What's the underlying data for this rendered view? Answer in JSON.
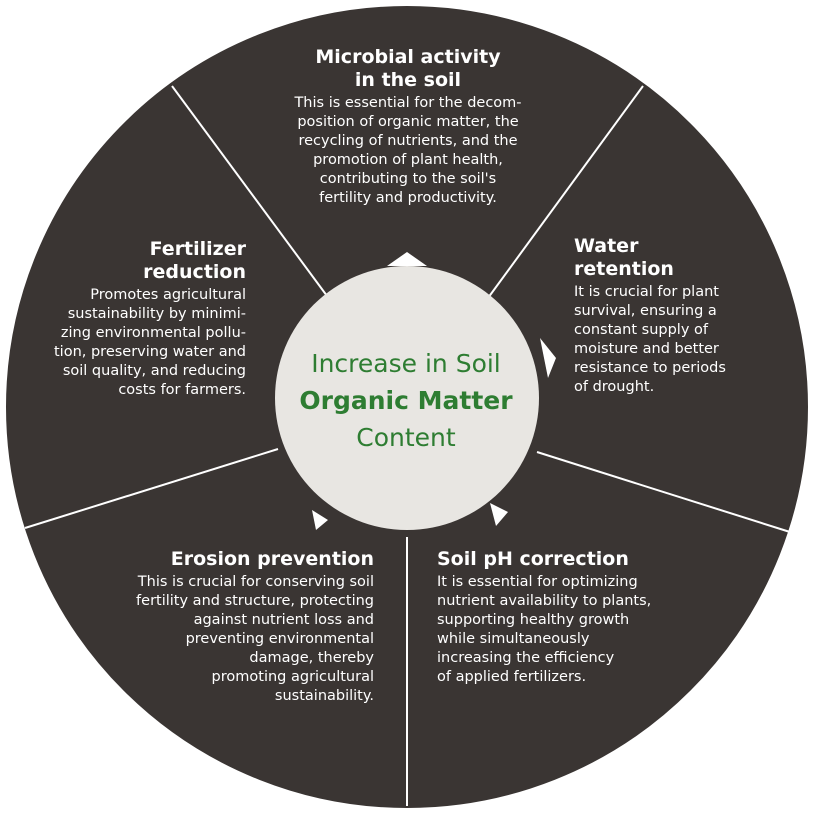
{
  "colors": {
    "segment_fill": "#3a3533",
    "divider": "#ffffff",
    "center_fill": "#e8e6e2",
    "center_text": "#2e7d32",
    "segment_text": "#ffffff"
  },
  "center": {
    "line1": "Increase in Soil",
    "line2": "Organic Matter",
    "line3": "Content"
  },
  "segments": {
    "microbial": {
      "title": [
        "Microbial activity",
        "in the soil"
      ],
      "text": [
        "This is essential for the decom-",
        "position of organic matter, the",
        "recycling of nutrients, and the",
        "promotion of plant health,",
        "contributing to the soil's",
        "fertility and productivity."
      ]
    },
    "water": {
      "title": [
        "Water",
        "retention"
      ],
      "text": [
        "It is crucial for plant",
        "survival, ensuring a",
        "constant supply of",
        "moisture and better",
        "resistance to periods",
        "of drought."
      ]
    },
    "ph": {
      "title": [
        "Soil pH correction"
      ],
      "text": [
        "It is essential for optimizing",
        "nutrient availability to plants,",
        "supporting healthy growth",
        "while simultaneously",
        "increasing the efficiency",
        "of applied fertilizers."
      ]
    },
    "erosion": {
      "title": [
        "Erosion prevention"
      ],
      "text": [
        "This is crucial for conserving soil",
        "fertility and structure, protecting",
        "against nutrient loss and",
        "preventing environmental",
        "damage, thereby",
        "promoting agricultural",
        "sustainability."
      ]
    },
    "fertilizer": {
      "title": [
        "Fertilizer",
        "reduction"
      ],
      "text": [
        "Promotes agricultural",
        "sustainability by minimi-",
        "zing environmental pollu-",
        "tion, preserving water and",
        "soil quality, and reducing",
        "costs for farmers."
      ]
    }
  }
}
